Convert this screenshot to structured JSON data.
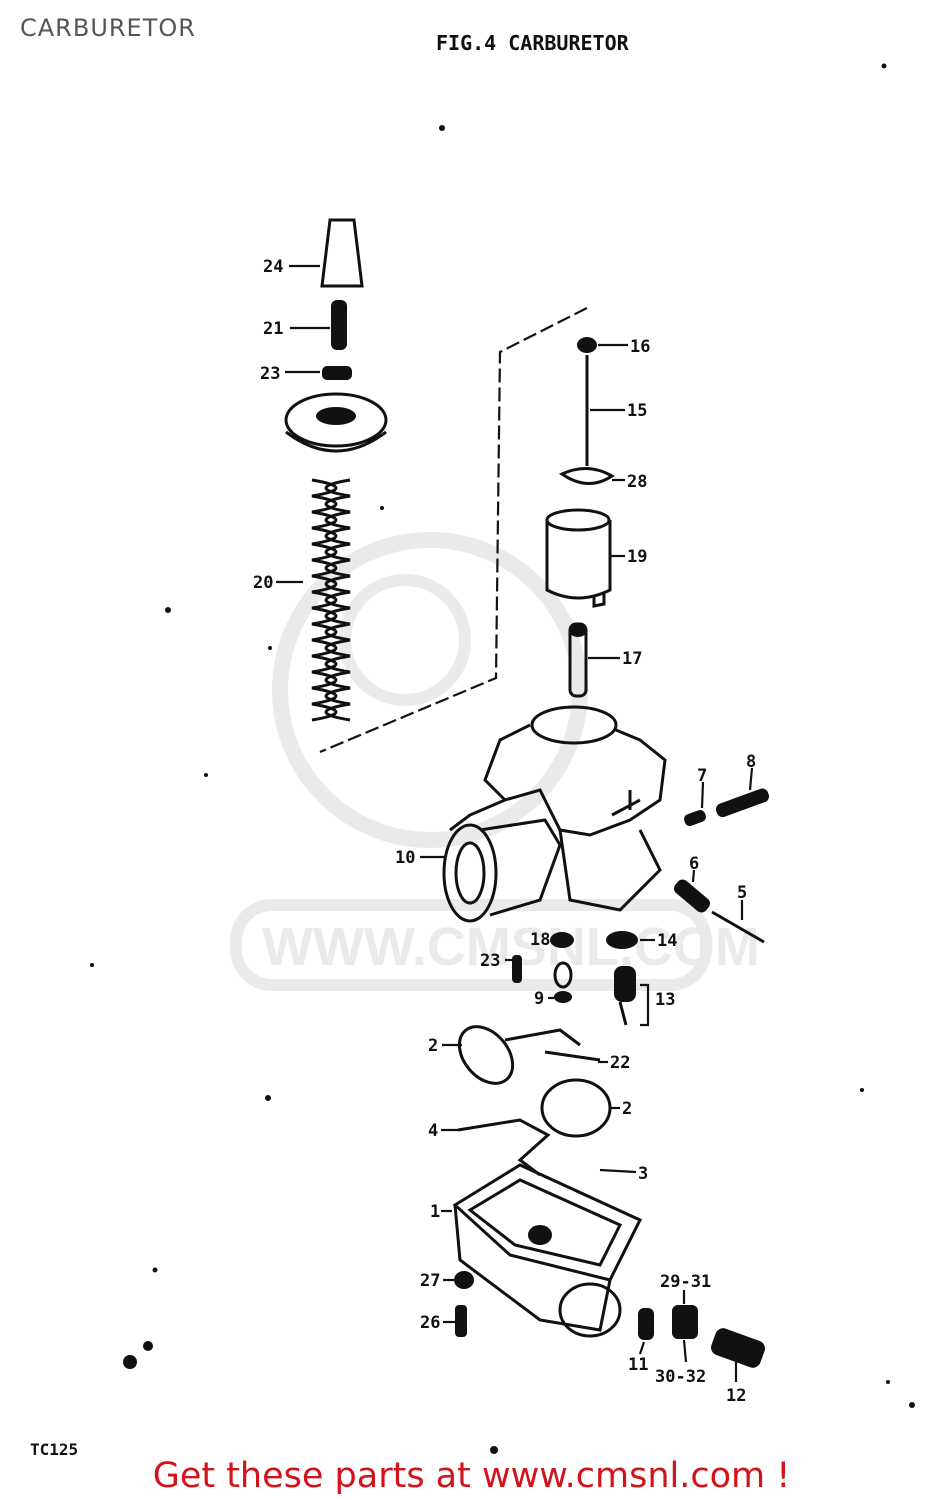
{
  "header": {
    "title": "CARBURETOR"
  },
  "diagram": {
    "figure_title": "FIG.4  CARBURETOR",
    "code": "TC125",
    "watermark": "WWW.CMSNL.COM",
    "callouts": {
      "c24": "24",
      "c21": "21",
      "c23a": "23",
      "c20": "20",
      "c16": "16",
      "c15": "15",
      "c28": "28",
      "c19": "19",
      "c17": "17",
      "c10": "10",
      "c7": "7",
      "c8": "8",
      "c6": "6",
      "c5": "5",
      "c18": "18",
      "c14": "14",
      "c23b": "23",
      "c9": "9",
      "c13": "13",
      "c2a": "2",
      "c22": "22",
      "c2b": "2",
      "c4": "4",
      "c3": "3",
      "c1": "1",
      "c27": "27",
      "c26": "26",
      "c29": "29-31",
      "c11": "11",
      "c30": "30-32",
      "c12": "12"
    }
  },
  "footer": {
    "banner": "Get these parts at www.cmsnl.com !"
  }
}
